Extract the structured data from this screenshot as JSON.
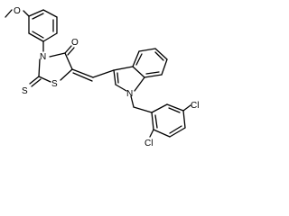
{
  "molecule": {
    "atom_labels": {
      "methoxy_o": "O",
      "carbonyl_o": "O",
      "thiazolidine_n": "N",
      "ring_s": "S",
      "thione_s": "S",
      "indole_n": "N",
      "cl_top": "Cl",
      "cl_bottom": "Cl"
    },
    "colors": {
      "bond": "#000000",
      "label": "#000000",
      "background": "#ffffff"
    }
  }
}
